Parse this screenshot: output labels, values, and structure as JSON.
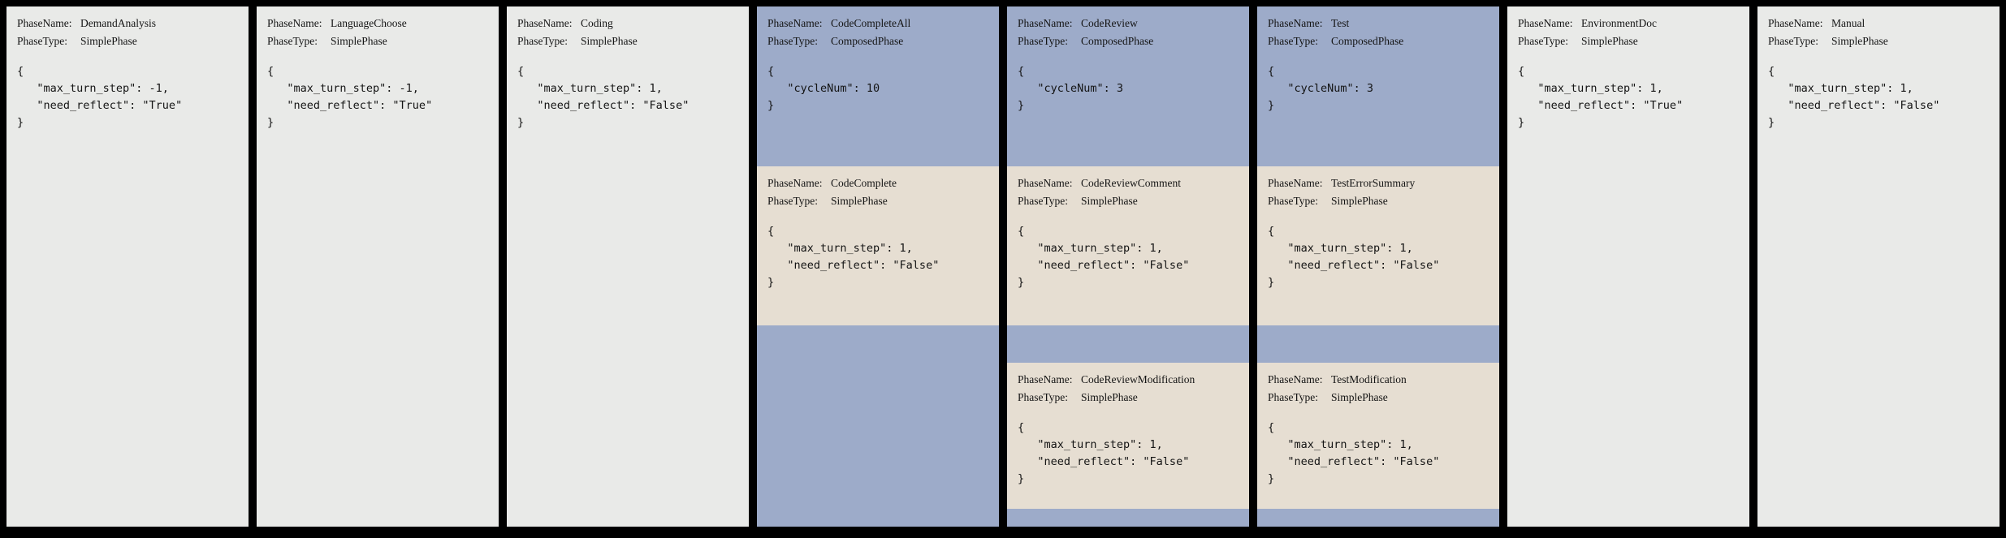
{
  "labels": {
    "phase_name": "PhaseName:",
    "phase_type": "PhaseType:"
  },
  "colors": {
    "background": "#000000",
    "simple_phase_panel": "#e9eae8",
    "composed_phase_panel": "#9dabc9",
    "subphase_panel": "#e6ded2",
    "text": "#141414"
  },
  "columns": [
    {
      "type": "simple",
      "head": {
        "phase_name": "DemandAnalysis",
        "phase_type": "SimplePhase",
        "config": "{\n   \"max_turn_step\": -1,\n   \"need_reflect\": \"True\"\n}"
      }
    },
    {
      "type": "simple",
      "head": {
        "phase_name": "LanguageChoose",
        "phase_type": "SimplePhase",
        "config": "{\n   \"max_turn_step\": -1,\n   \"need_reflect\": \"True\"\n}"
      }
    },
    {
      "type": "simple",
      "head": {
        "phase_name": "Coding",
        "phase_type": "SimplePhase",
        "config": "{\n   \"max_turn_step\": 1,\n   \"need_reflect\": \"False\"\n}"
      }
    },
    {
      "type": "composed",
      "head": {
        "phase_name": "CodeCompleteAll",
        "phase_type": "ComposedPhase",
        "config": "{\n   \"cycleNum\": 10\n}"
      },
      "subphases": [
        {
          "phase_name": "CodeComplete",
          "phase_type": "SimplePhase",
          "config": "{\n   \"max_turn_step\": 1,\n   \"need_reflect\": \"False\"\n}"
        }
      ]
    },
    {
      "type": "composed",
      "head": {
        "phase_name": "CodeReview",
        "phase_type": "ComposedPhase",
        "config": "{\n   \"cycleNum\": 3\n}"
      },
      "subphases": [
        {
          "phase_name": "CodeReviewComment",
          "phase_type": "SimplePhase",
          "config": "{\n   \"max_turn_step\": 1,\n   \"need_reflect\": \"False\"\n}"
        },
        {
          "phase_name": "CodeReviewModification",
          "phase_type": "SimplePhase",
          "config": "{\n   \"max_turn_step\": 1,\n   \"need_reflect\": \"False\"\n}"
        }
      ]
    },
    {
      "type": "composed",
      "head": {
        "phase_name": "Test",
        "phase_type": "ComposedPhase",
        "config": "{\n   \"cycleNum\": 3\n}"
      },
      "subphases": [
        {
          "phase_name": "TestErrorSummary",
          "phase_type": "SimplePhase",
          "config": "{\n   \"max_turn_step\": 1,\n   \"need_reflect\": \"False\"\n}"
        },
        {
          "phase_name": "TestModification",
          "phase_type": "SimplePhase",
          "config": "{\n   \"max_turn_step\": 1,\n   \"need_reflect\": \"False\"\n}"
        }
      ]
    },
    {
      "type": "simple",
      "head": {
        "phase_name": "EnvironmentDoc",
        "phase_type": "SimplePhase",
        "config": "{\n   \"max_turn_step\": 1,\n   \"need_reflect\": \"True\"\n}"
      }
    },
    {
      "type": "simple",
      "head": {
        "phase_name": "Manual",
        "phase_type": "SimplePhase",
        "config": "{\n   \"max_turn_step\": 1,\n   \"need_reflect\": \"False\"\n}"
      }
    }
  ]
}
